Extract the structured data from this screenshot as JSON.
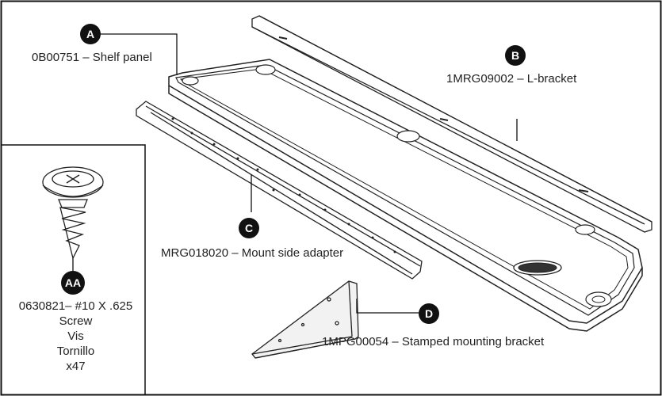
{
  "parts": {
    "a": {
      "badge": "A",
      "label": "0B00751 – Shelf panel"
    },
    "b": {
      "badge": "B",
      "label": "1MRG09002 – L-bracket"
    },
    "c": {
      "badge": "C",
      "label": "MRG018020 – Mount side adapter"
    },
    "d": {
      "badge": "D",
      "label": "1MPG00054 – Stamped mounting bracket"
    },
    "aa": {
      "badge": "AA",
      "line1": "0630821– #10 X .625",
      "line2": "Screw",
      "line3": "Vis",
      "line4": "Tornillo",
      "line5": "x47"
    }
  }
}
